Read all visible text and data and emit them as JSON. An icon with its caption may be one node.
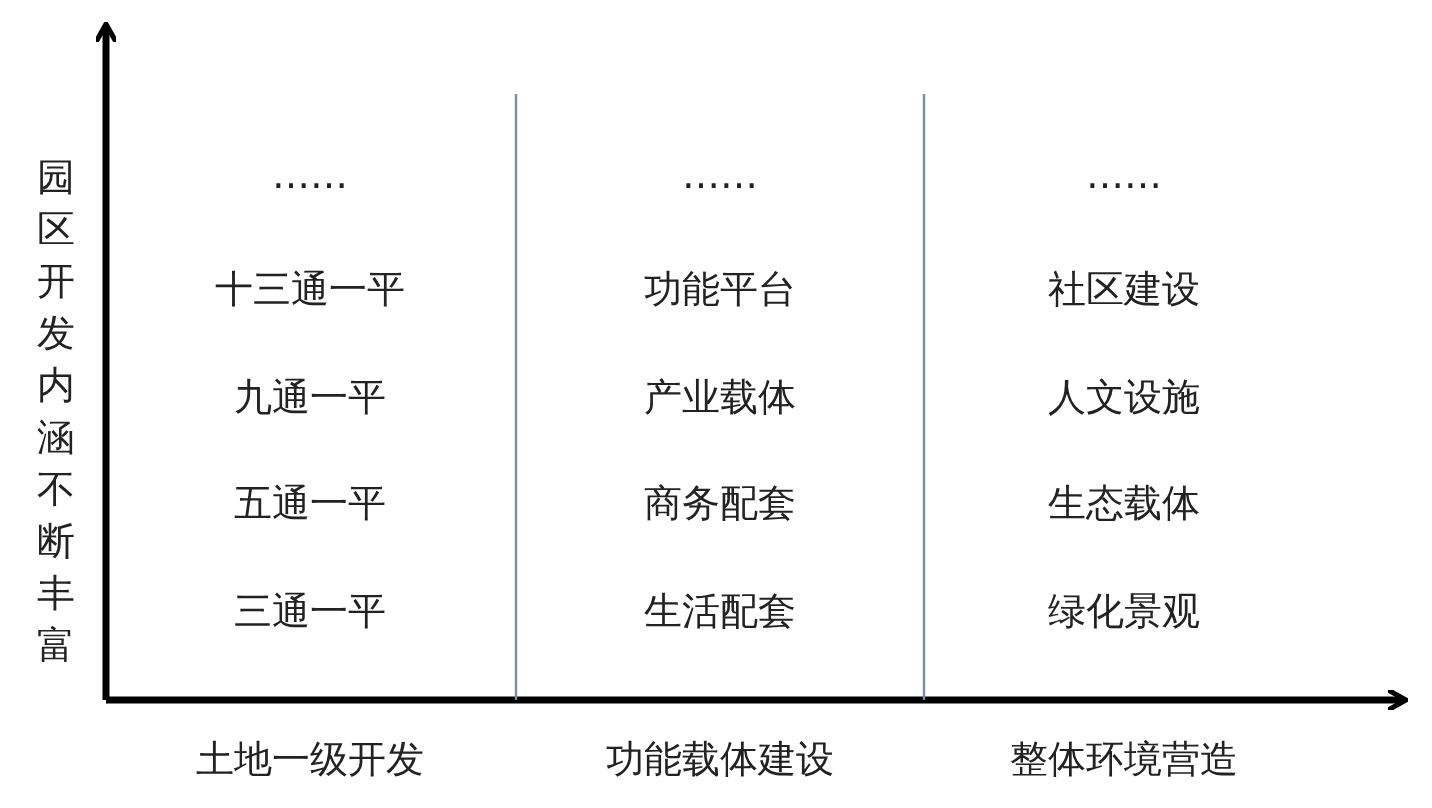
{
  "diagram": {
    "labels": [
      "园区开发内涵不断丰富",
      "……",
      "……",
      "……",
      "十三通一平",
      "功能平台",
      "社区建设",
      "九通一平",
      "产业载体",
      "人文设施",
      "五通一平",
      "商务配套",
      "生态载体",
      "三通一平",
      "生活配套",
      "绿化景观",
      "土地一级开发",
      "功能载体建设",
      "整体环境营造"
    ]
  }
}
